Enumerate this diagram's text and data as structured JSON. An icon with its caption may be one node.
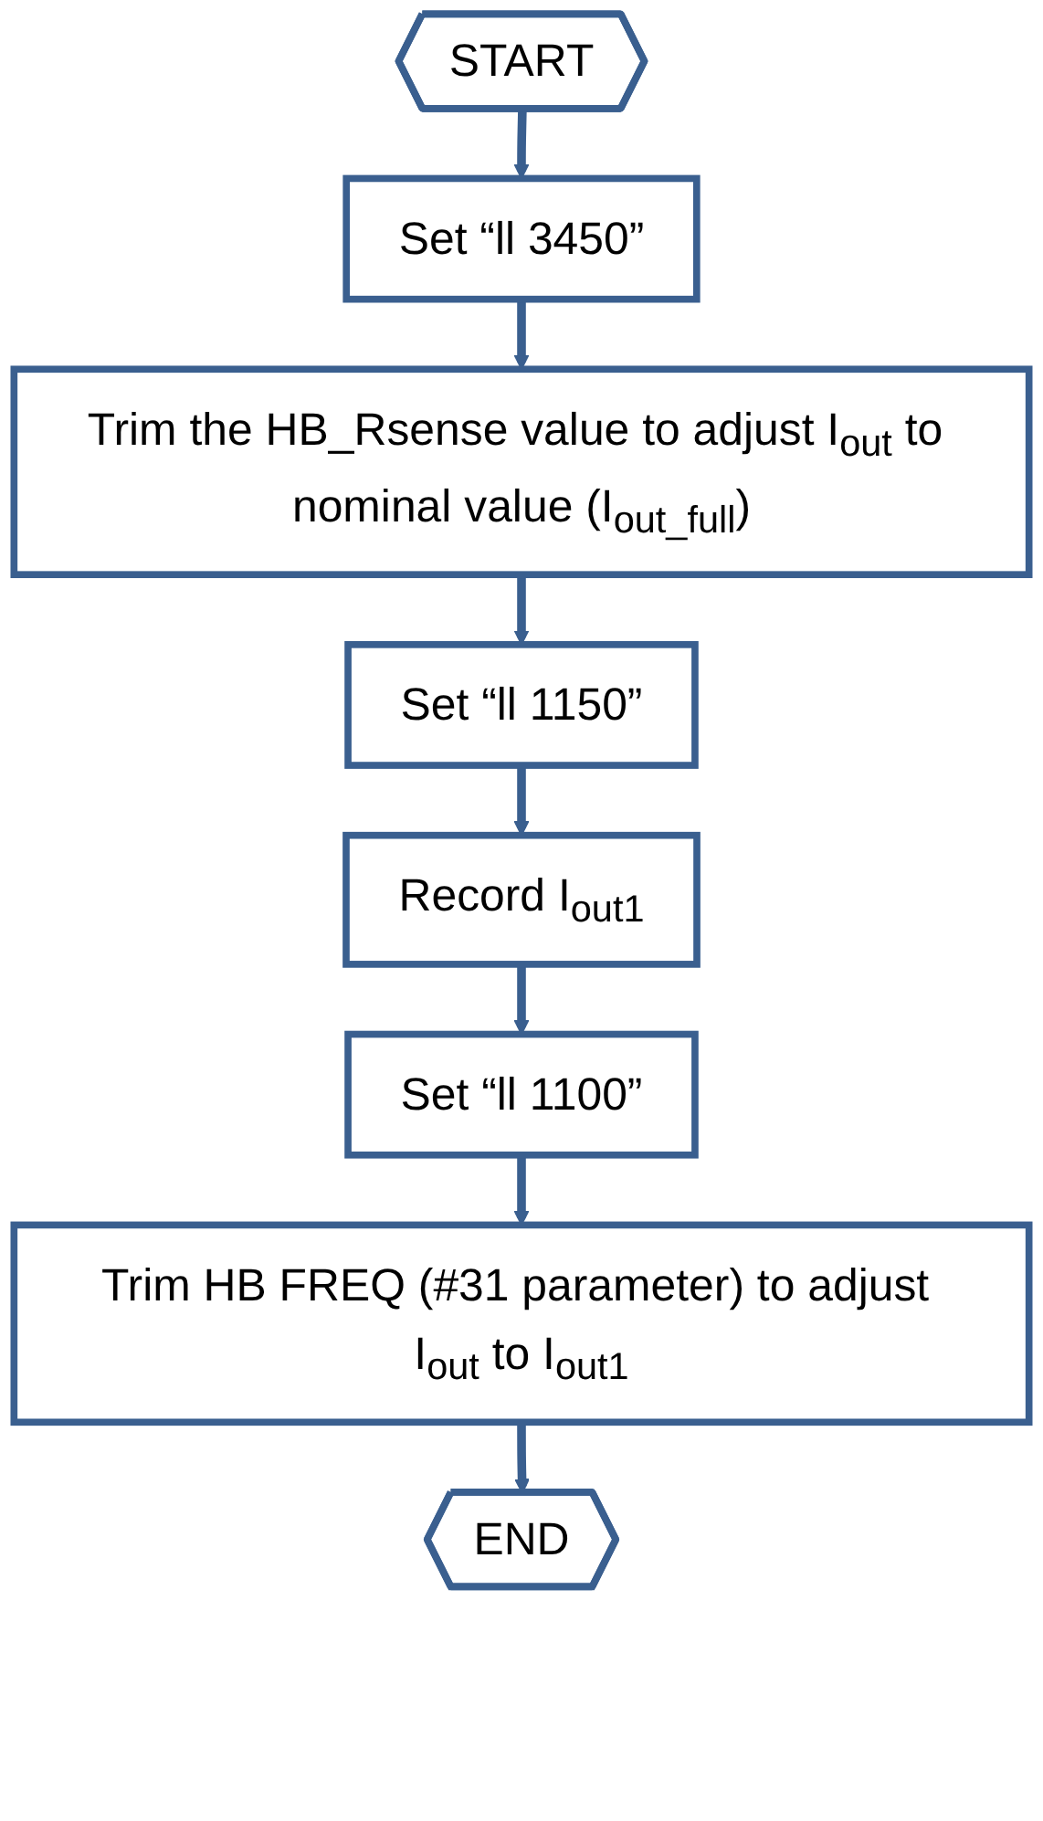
{
  "diagram": {
    "nodes": [
      {
        "text": [
          "START"
        ]
      },
      {
        "text": [
          "Set “ll 3450”"
        ]
      },
      {
        "text": [
          "Trim the HB_Rsense value to adjust I$_{out}$ to nominal value (I$_{out_full}$)"
        ]
      },
      {
        "text": [
          "Set “ll 1150”"
        ]
      },
      {
        "text": [
          "Record I$_{out1}$"
        ]
      },
      {
        "text": [
          "Set “ll 1100”"
        ]
      },
      {
        "text": [
          "Trim HB FREQ (#31 parameter) to adjust I$_{out}$ to I$_{out1}$"
        ]
      },
      {
        "text": [
          "END"
        ]
      }
    ],
    "edges": [
      {
        "from": 0,
        "to": 1,
        "arrow": "to"
      },
      {
        "from": 1,
        "to": 2,
        "arrow": "to"
      },
      {
        "from": 2,
        "to": 3,
        "arrow": "to"
      },
      {
        "from": 3,
        "to": 4,
        "arrow": "to"
      },
      {
        "from": 4,
        "to": 5,
        "arrow": "to"
      },
      {
        "from": 5,
        "to": 6,
        "arrow": "to"
      },
      {
        "from": 6,
        "to": 7,
        "arrow": "to"
      }
    ]
  }
}
